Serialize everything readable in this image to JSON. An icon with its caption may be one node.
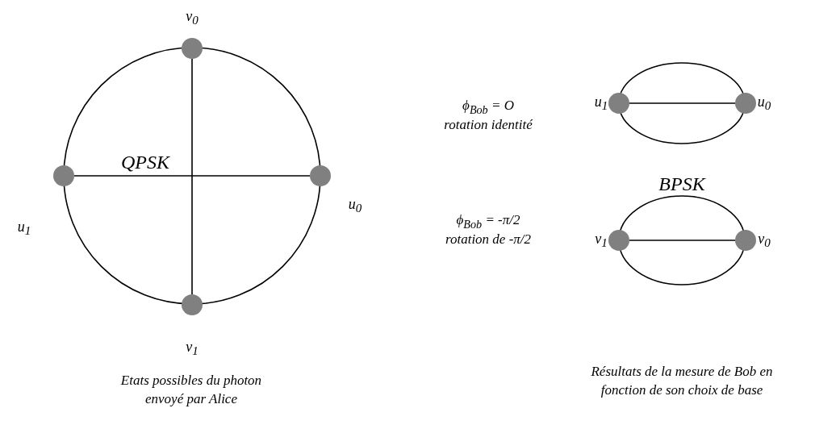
{
  "diagram": {
    "nodes": [
      {
        "text": [],
        "shape": "circle",
        "beside": [
          "v$_{0}$"
        ]
      },
      {
        "text": [],
        "shape": "circle",
        "beside": [
          "u$_{1}$"
        ]
      },
      {
        "text": [],
        "shape": "circle",
        "beside": [
          "u$_{0}$"
        ]
      },
      {
        "text": [],
        "shape": "circle",
        "beside": [
          "v$_{1}$"
        ]
      },
      {
        "text": [],
        "shape": "circle",
        "beside": [
          "u$_{1}$"
        ]
      },
      {
        "text": [],
        "shape": "circle",
        "beside": [
          "u$_{0}$"
        ]
      },
      {
        "text": [],
        "shape": "circle",
        "beside": [
          "v$_{1}$"
        ]
      },
      {
        "text": [],
        "shape": "circle",
        "beside": [
          "v$_{0}$"
        ]
      }
    ],
    "edges": [
      {
        "from": 0,
        "to": 3,
        "arrow": "none"
      },
      {
        "from": 1,
        "to": 2,
        "arrow": "none"
      },
      {
        "from": 4,
        "to": 5,
        "arrow": "none"
      },
      {
        "from": 6,
        "to": 7,
        "arrow": "none"
      }
    ],
    "labels": [
      "QPSK",
      "ϕ$_{Bob}$ = O",
      "rotation identité",
      "BPSK",
      "ϕ$_{Bob}$ = -π/2",
      "rotation de -π/2",
      "Etats possibles du photon envoyé par Alice",
      "Résultats de la mesure de Bob en fonction de son choix de base"
    ]
  }
}
